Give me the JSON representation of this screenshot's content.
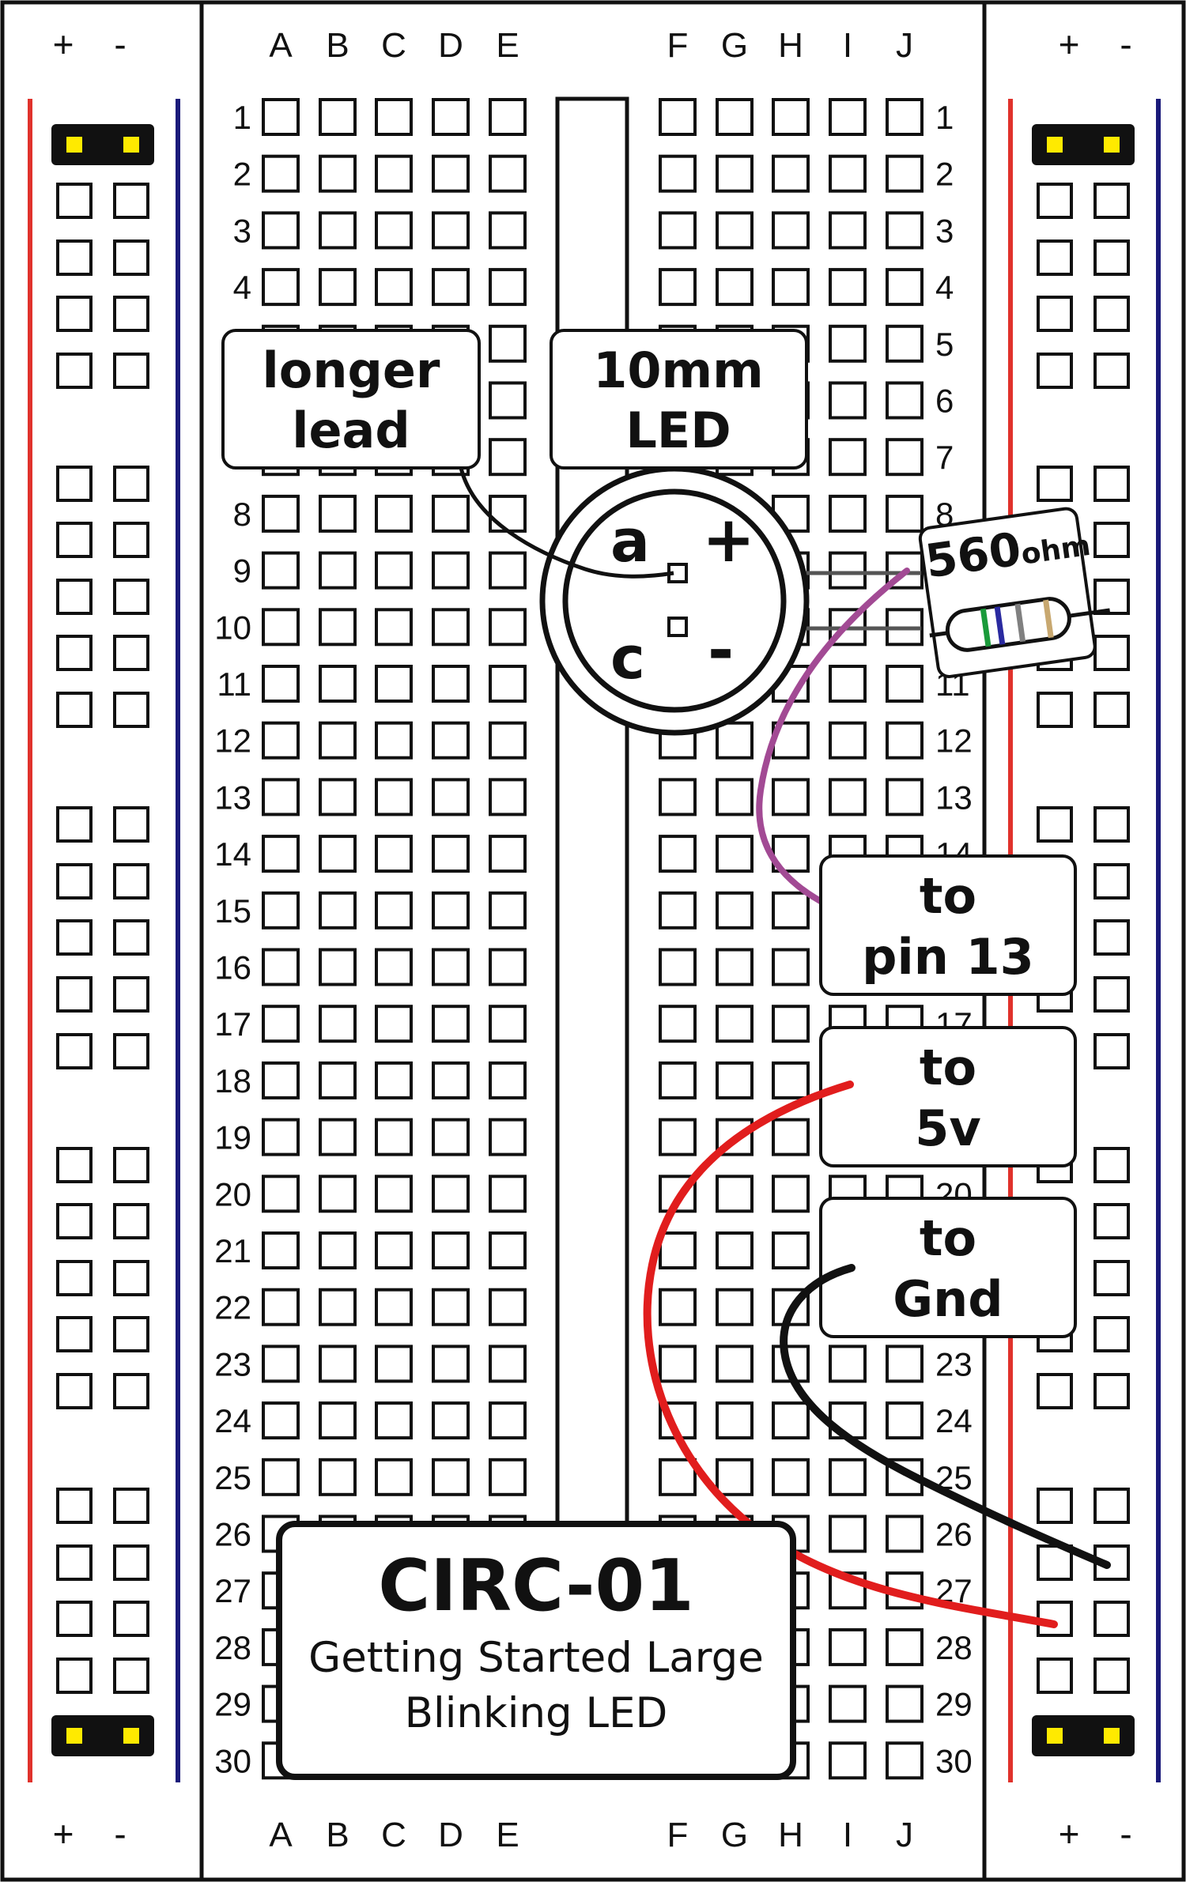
{
  "columns_left": [
    "A",
    "B",
    "C",
    "D",
    "E"
  ],
  "columns_right": [
    "F",
    "G",
    "H",
    "I",
    "J"
  ],
  "row_count": 30,
  "rail_plus": "+",
  "rail_minus": "-",
  "callouts": {
    "longer_lead": {
      "line1": "longer",
      "line2": "lead"
    },
    "led_size": {
      "line1": "10mm",
      "line2": "LED"
    },
    "pin13": {
      "line1": "to",
      "line2": "pin 13"
    },
    "five_volt": {
      "line1": "to",
      "line2": "5v"
    },
    "ground": {
      "line1": "to",
      "line2": "Gnd"
    }
  },
  "led": {
    "anode_label": "a",
    "cathode_label": "c",
    "plus_sign": "+",
    "minus_sign": "-"
  },
  "resistor": {
    "value": "560",
    "unit": "ohm"
  },
  "title_box": {
    "title": "CIRC-01",
    "line1": "Getting Started Large",
    "line2": "Blinking LED"
  },
  "colors": {
    "red_rail": "#e0322c",
    "blue_rail": "#1a1a7a",
    "wire_pin13": "#a24a94",
    "wire_5v": "#e11d1d",
    "wire_gnd": "#111111",
    "contact_yellow": "#ffea00",
    "band_green": "#1a9a3a",
    "band_blue": "#2a2aa0",
    "band_gray": "#808080",
    "band_gold": "#c8a870"
  }
}
